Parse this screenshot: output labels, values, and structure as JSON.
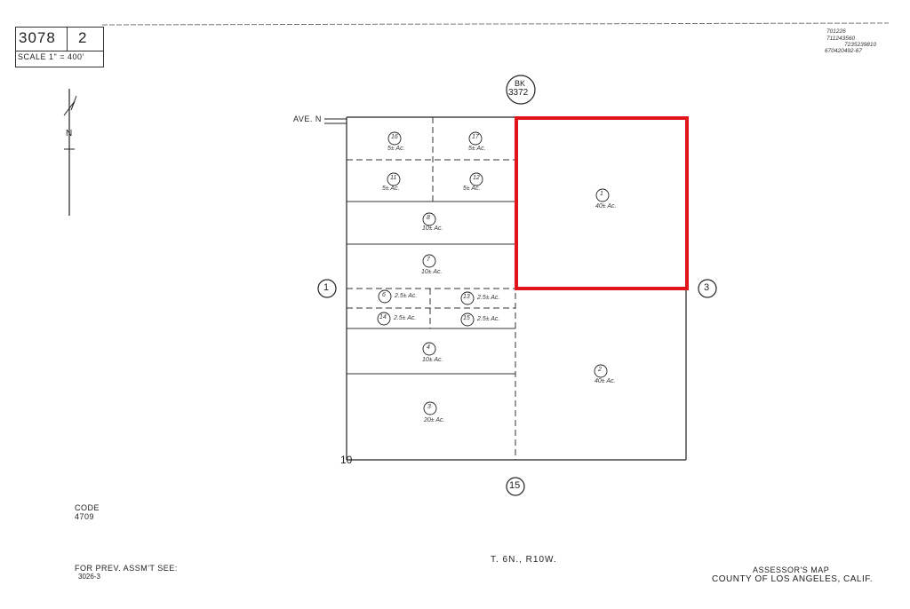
{
  "header": {
    "map_book": "3078",
    "page": "2",
    "scale": "SCALE 1\" = 400'"
  },
  "revisions": [
    "701226",
    "711243560",
    "7235239810",
    "670420492-67"
  ],
  "north_label": "N",
  "book_ref": {
    "prefix": "BK",
    "number": "3372"
  },
  "street": "AVE. N",
  "adjacent_pages": {
    "west": "1",
    "east": "3",
    "south": "15"
  },
  "section_corner": "10",
  "parcels": [
    {
      "id": "16",
      "area": "5± Ac."
    },
    {
      "id": "17",
      "area": "5± Ac."
    },
    {
      "id": "11",
      "area": "5± Ac."
    },
    {
      "id": "12",
      "area": "5± Ac."
    },
    {
      "id": "8",
      "area": "10± Ac."
    },
    {
      "id": "7",
      "area": "10± Ac."
    },
    {
      "id": "6",
      "area": "2.5± Ac."
    },
    {
      "id": "13",
      "area": "2.5± Ac."
    },
    {
      "id": "14",
      "area": "2.5± Ac."
    },
    {
      "id": "15",
      "area": "2.5± Ac."
    },
    {
      "id": "4",
      "area": "10± Ac."
    },
    {
      "id": "3",
      "area": "20± Ac."
    },
    {
      "id": "1",
      "area": "40± Ac."
    },
    {
      "id": "2",
      "area": "40± Ac."
    }
  ],
  "highlight": {
    "parcel": "1",
    "color": "#e0151b"
  },
  "code": {
    "label": "CODE",
    "value": "4709"
  },
  "prev_assessment": {
    "label": "FOR PREV. ASSM'T SEE:",
    "value": "3026-3"
  },
  "township": "T. 6N., R10W.",
  "title": {
    "line1": "ASSESSOR'S MAP",
    "line2": "COUNTY OF LOS ANGELES, CALIF."
  }
}
